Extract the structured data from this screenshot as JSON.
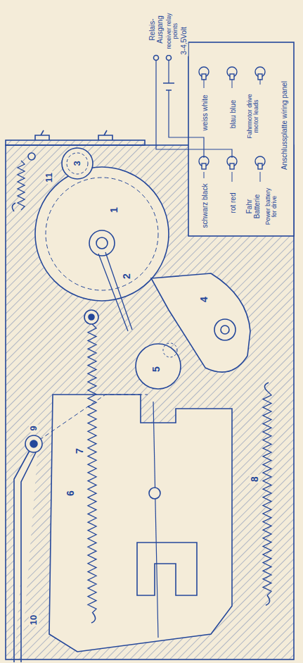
{
  "diagram": {
    "labels": [
      "Relais- Ausgang",
      "receiver relay points",
      "3-4,5Volt",
      "weiss white",
      "blau blue",
      "Fahrmotor drive motor leads",
      "Anschlussplatte wiring panel",
      "schwarz black",
      "rot red",
      "Fahr Batterie",
      "Power battery for drive",
      "1",
      "2",
      "3",
      "4",
      "5",
      "6",
      "7",
      "8",
      "9",
      "10",
      "11"
    ]
  }
}
